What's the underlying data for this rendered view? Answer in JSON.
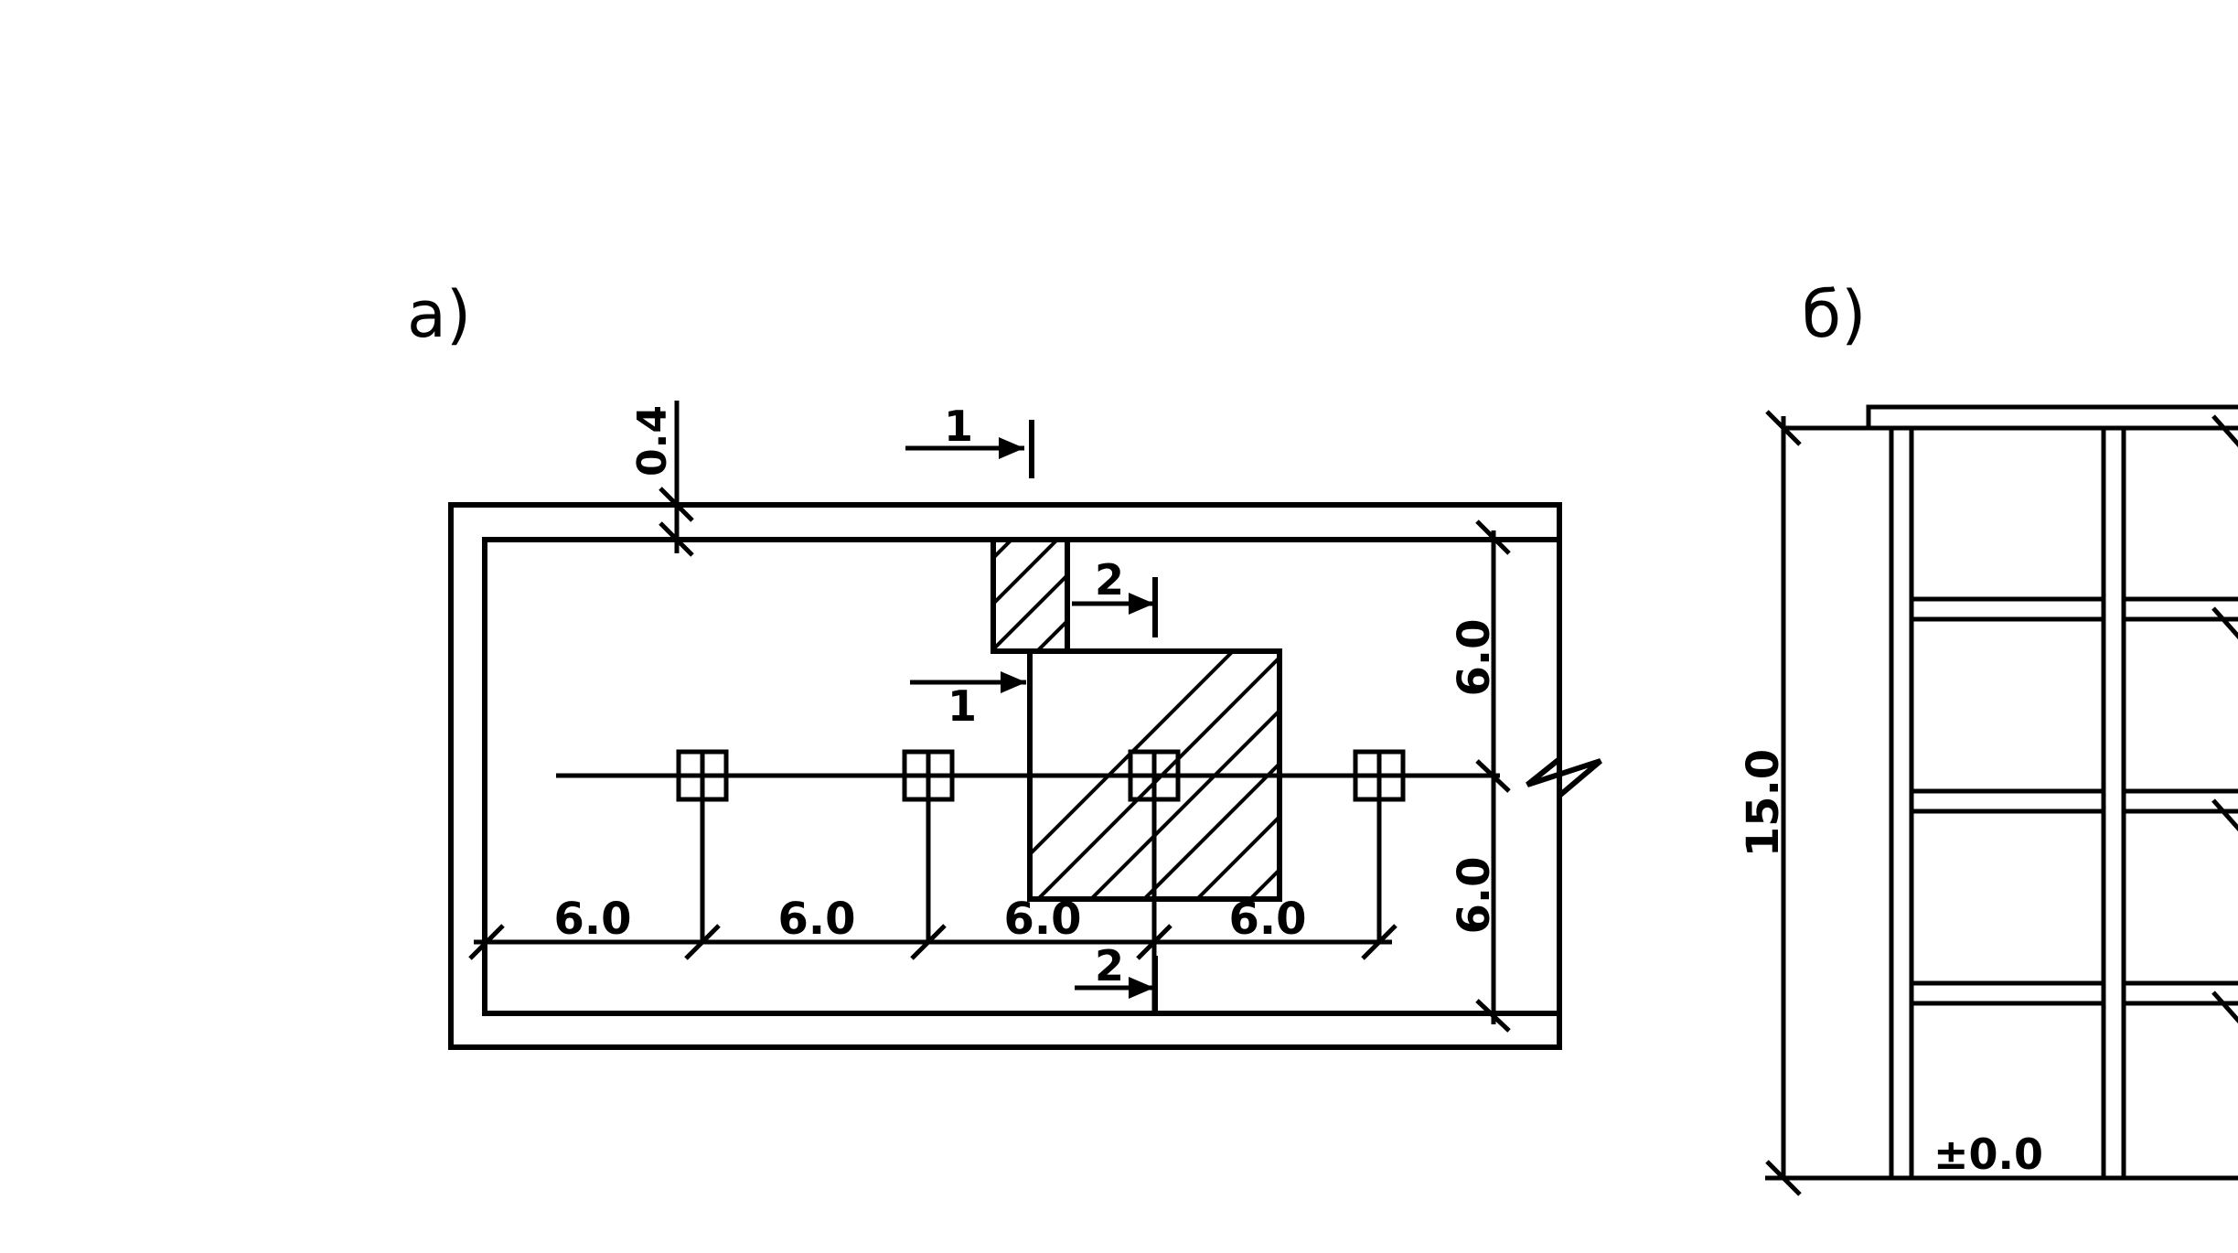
{
  "panels": {
    "plan_label": "а)",
    "section_label": "б)"
  },
  "plan": {
    "wall_thickness": "0.4",
    "bay_spans": [
      "6.0",
      "6.0",
      "6.0",
      "6.0"
    ],
    "vertical_spans": [
      "6.0",
      "6.0"
    ],
    "section_mark_1": "1",
    "section_mark_1b": "1",
    "section_mark_2": "2",
    "section_mark_2b": "2"
  },
  "section": {
    "height": "15.0",
    "zero_level": "±0.0"
  },
  "colors": {
    "line": "#000000",
    "background": "#ffffff"
  }
}
